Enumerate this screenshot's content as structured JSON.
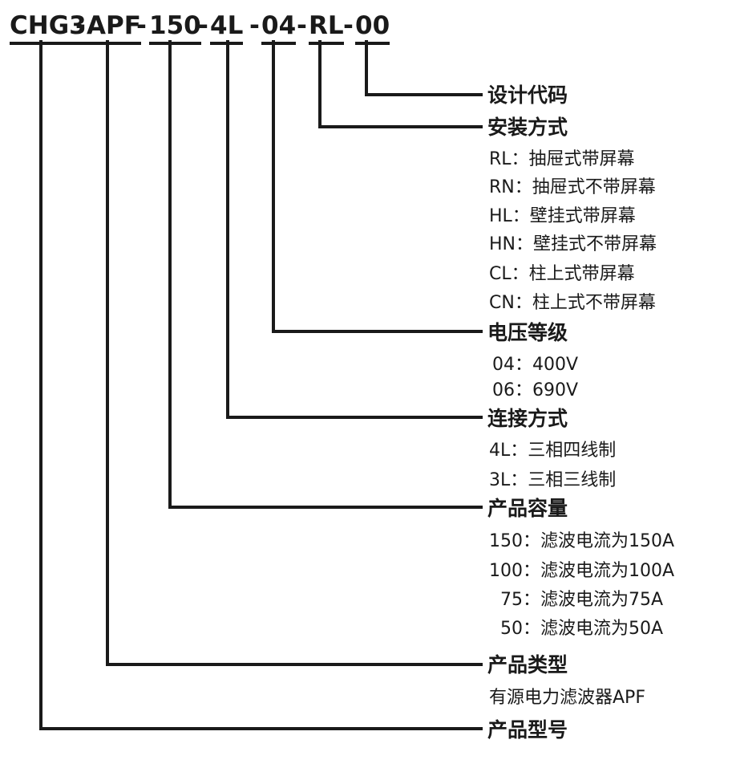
{
  "code": {
    "seg1": "CHG3",
    "seg2": "APF",
    "seg3": "150",
    "seg4": "4L",
    "seg5": "04",
    "seg6": "RL",
    "seg7": "00",
    "separator": "-"
  },
  "sections": {
    "design_code": {
      "title": "设计代码"
    },
    "install": {
      "title": "安装方式",
      "items": [
        "RL：抽屉式带屏幕",
        "RN：抽屉式不带屏幕",
        "HL：壁挂式带屏幕",
        "HN：壁挂式不带屏幕",
        "CL：柱上式带屏幕",
        "CN：柱上式不带屏幕"
      ]
    },
    "voltage": {
      "title": "电压等级",
      "items": [
        "04：400V",
        "06：690V"
      ]
    },
    "connection": {
      "title": "连接方式",
      "items": [
        "4L：三相四线制",
        "3L：三相三线制"
      ]
    },
    "capacity": {
      "title": "产品容量",
      "items": [
        "150：滤波电流为150A",
        "100：滤波电流为100A",
        "75：滤波电流为75A",
        "50：滤波电流为50A"
      ]
    },
    "type": {
      "title": "产品类型",
      "items": [
        "有源电力滤波器APF"
      ]
    },
    "model": {
      "title": "产品型号"
    }
  }
}
